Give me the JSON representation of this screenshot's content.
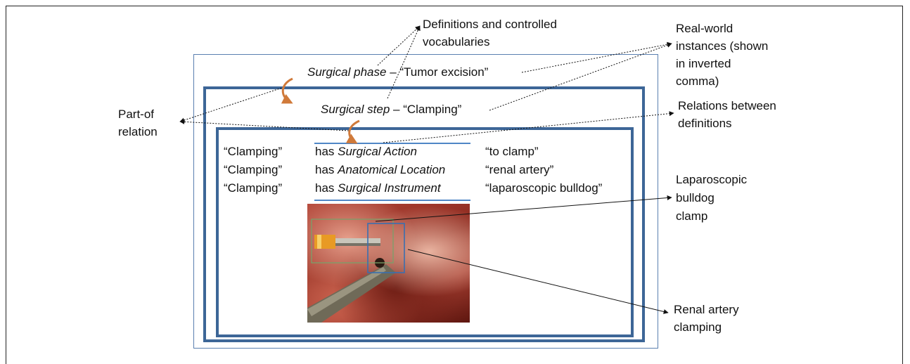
{
  "labels": {
    "definitions": [
      "Definitions and controlled",
      "vocabularies"
    ],
    "real_world": [
      "Real-world",
      "instances (shown",
      "in inverted",
      "comma)"
    ],
    "part_of": [
      "Part-of",
      "relation"
    ],
    "relations_between": [
      "Relations between",
      "definitions"
    ],
    "bulldog": [
      "Laparoscopic",
      "bulldog",
      "clamp"
    ],
    "renal": [
      "Renal artery",
      "clamping"
    ]
  },
  "phase": {
    "term": "Surgical phase",
    "dash": " – ",
    "value": "“Tumor excision”"
  },
  "step": {
    "term": "Surgical step",
    "dash": " – ",
    "value": "“Clamping”"
  },
  "triples": [
    {
      "subject": "“Clamping”",
      "has": "has ",
      "predicate": "Surgical Action",
      "object": "“to clamp”"
    },
    {
      "subject": "“Clamping”",
      "has": "has ",
      "predicate": "Anatomical Location",
      "object": "“renal artery”"
    },
    {
      "subject": "“Clamping”",
      "has": "has ",
      "predicate": "Surgical Instrument",
      "object": "“laparoscopic bulldog”"
    }
  ],
  "colors": {
    "box_border": "#3d6697",
    "outer_border": "#5a7fb0",
    "highlight_line": "#4f86c6",
    "curved_arrow": "#d07a3a",
    "annotation_box_green": "#7aa06a",
    "annotation_box_blue": "#3a6fb0"
  },
  "icons": [
    "curved-arrow-icon",
    "dotted-arrow"
  ]
}
